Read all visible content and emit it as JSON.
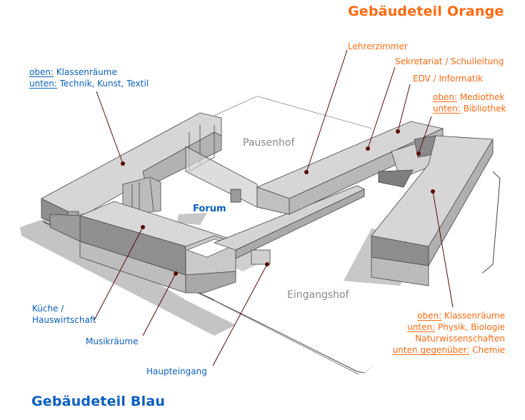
{
  "titles": {
    "orange": "Gebäudeteil Orange",
    "blue": "Gebäudeteil Blau"
  },
  "colors": {
    "orange": "#ff6a10",
    "blue": "#0a5fc4",
    "place_gray": "#8a8a8a",
    "leader": "#5a0a0a"
  },
  "places": {
    "pausenhof": "Pausenhof",
    "eingangshof": "Eingangshof",
    "forum": "Forum"
  },
  "labels_blue": {
    "klassen": {
      "line1_key": "oben:",
      "line1_val": " Klassenräume",
      "line2_key": "unten:",
      "line2_val": " Technik, Kunst, Textil"
    },
    "kueche": {
      "line1": "Küche /",
      "line2": "Hauswirtschaft"
    },
    "musik": "Musikräume",
    "haupteingang": "Haupteingang"
  },
  "labels_orange": {
    "lehrer": "Lehrerzimmer",
    "sekretariat": "Sekretariat / Schulleitung",
    "edv": "EDV / Informatik",
    "medio": {
      "line1_key": "oben:",
      "line1_val": " Mediothek",
      "line2_key": "unten:",
      "line2_val": " Bibliothek"
    },
    "natur": {
      "line1_key": "oben:",
      "line1_val": " Klassenräume",
      "line2_key": "unten:",
      "line2_val": " Physik, Biologie",
      "line3": "Naturwissenschaften",
      "line4_key": "unten gegenüber:",
      "line4_val": " Chemie"
    }
  }
}
